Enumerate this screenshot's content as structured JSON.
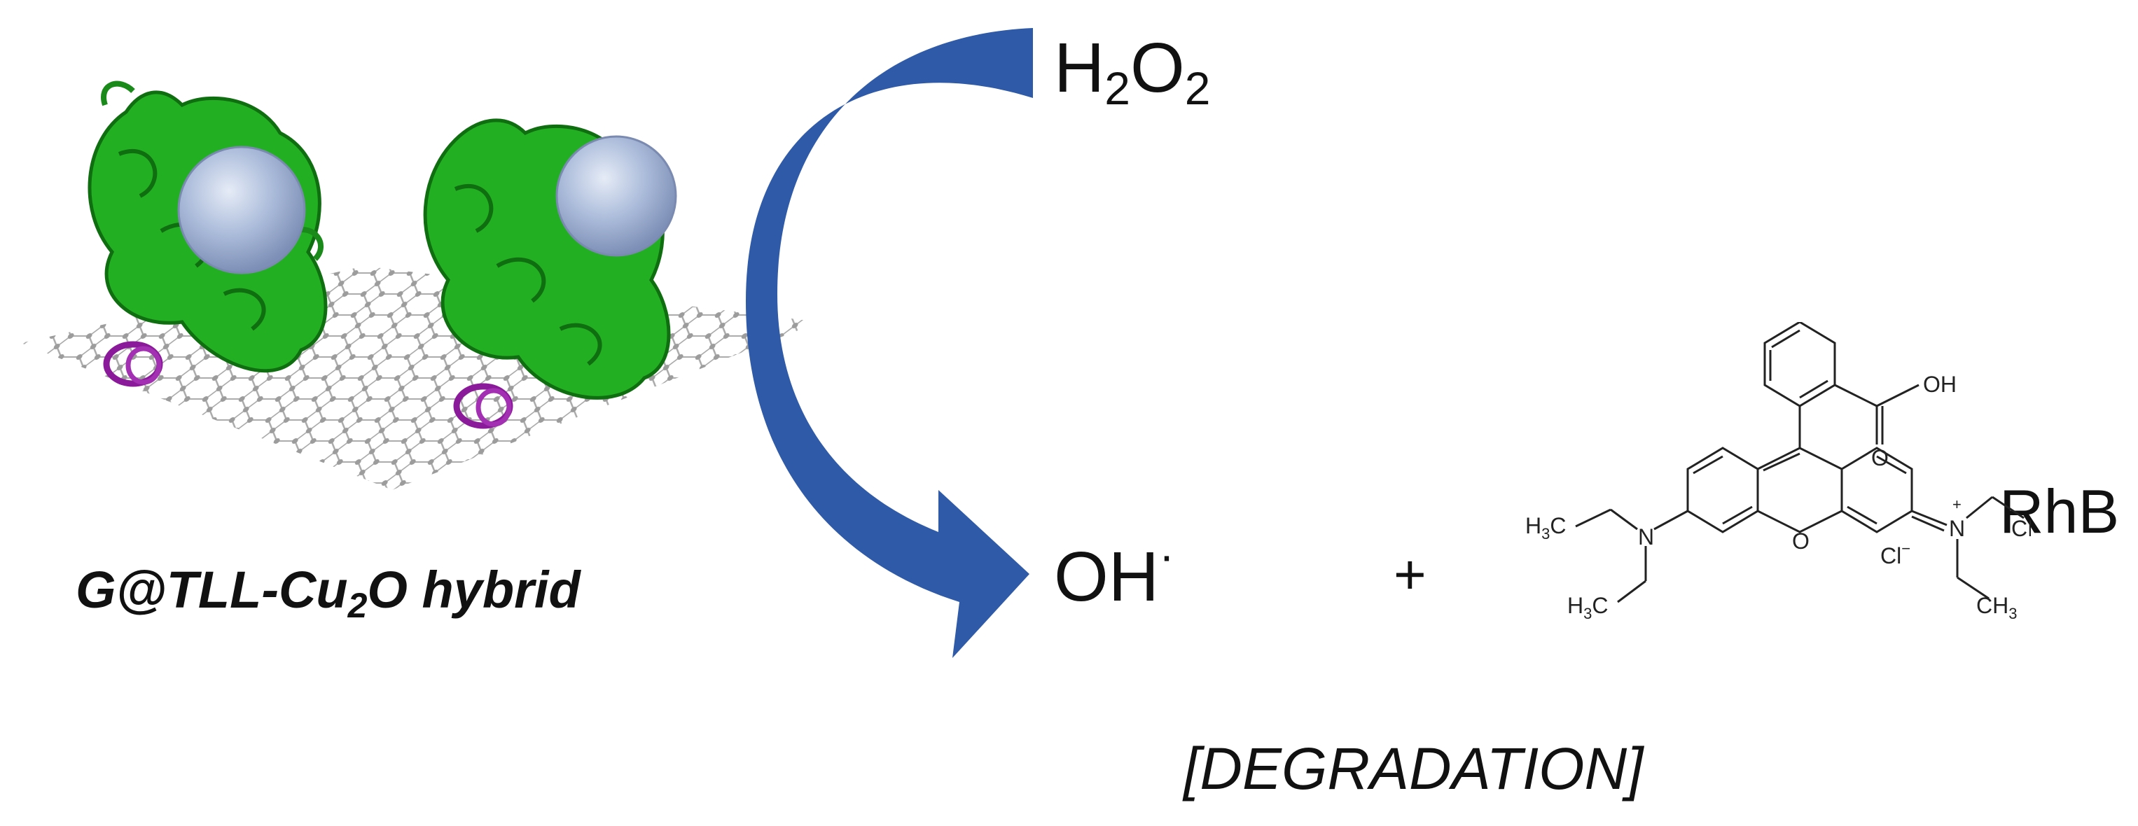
{
  "reactants": {
    "h2o2": {
      "h": "H",
      "sub1": "2",
      "o": "O",
      "sub2": "2"
    },
    "oh": {
      "text": "OH",
      "dot": "·"
    },
    "plus": "+",
    "rhb_label": "RhB"
  },
  "hybrid_label": {
    "pre": "G@TLL-Cu",
    "sub": "2",
    "post": "O hybrid"
  },
  "degradation_label": "[DEGRADATION]",
  "structure_labels": {
    "oh": "OH",
    "o_carbonyl": "O",
    "o_ring": "O",
    "n_left": "N",
    "n_right": "N",
    "n_plus": "+",
    "cl": "Cl",
    "cl_minus": "−",
    "h3c_top": "H",
    "h3c_top_sub": "3",
    "h3c_top_c": "C",
    "h3c_bottom": "H",
    "h3c_bottom_sub": "3",
    "h3c_bottom_c": "C",
    "ch3_right_top_c": "CH",
    "ch3_right_top_sub": "3",
    "ch3_right_bottom_c": "CH",
    "ch3_right_bottom_sub": "3"
  },
  "colors": {
    "arrow": "#2f5aa8",
    "protein": "#1ea51e",
    "helix": "#8a1a9a",
    "sphere": "#a8b8d8",
    "graphene": "#9a9a9a"
  }
}
